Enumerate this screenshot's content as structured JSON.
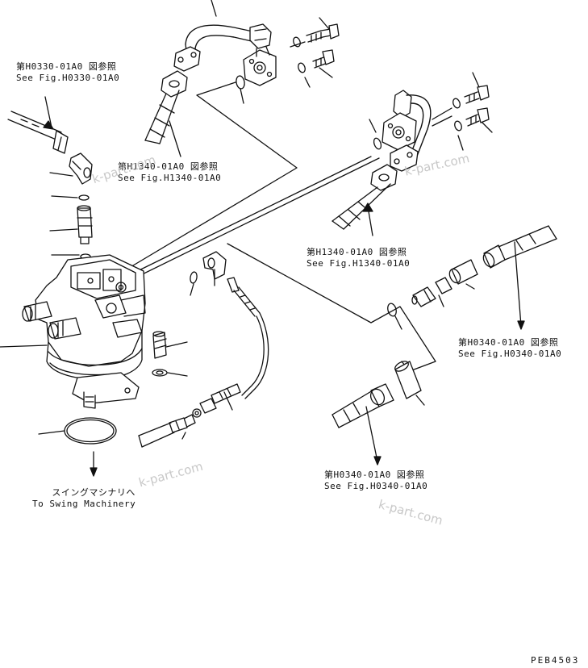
{
  "references": [
    {
      "id": "ref-h0330",
      "jp": "第H0330-01A0 図参照",
      "en": "See Fig.H0330-01A0"
    },
    {
      "id": "ref-h1340-a",
      "jp": "第H1340-01A0 図参照",
      "en": "See Fig.H1340-01A0"
    },
    {
      "id": "ref-h1340-b",
      "jp": "第H1340-01A0 図参照",
      "en": "See Fig.H1340-01A0"
    },
    {
      "id": "ref-h0340-a",
      "jp": "第H0340-01A0 図参照",
      "en": "See Fig.H0340-01A0"
    },
    {
      "id": "ref-h0340-b",
      "jp": "第H0340-01A0 図参照",
      "en": "See Fig.H0340-01A0"
    }
  ],
  "swing": {
    "jp": "スイングマシナリへ",
    "en": "To Swing Machinery"
  },
  "watermark": "k-part.com",
  "drawing_code": "PEB4503",
  "colors": {
    "line": "#111111",
    "watermark": "#c8c8c8",
    "background": "#ffffff"
  }
}
